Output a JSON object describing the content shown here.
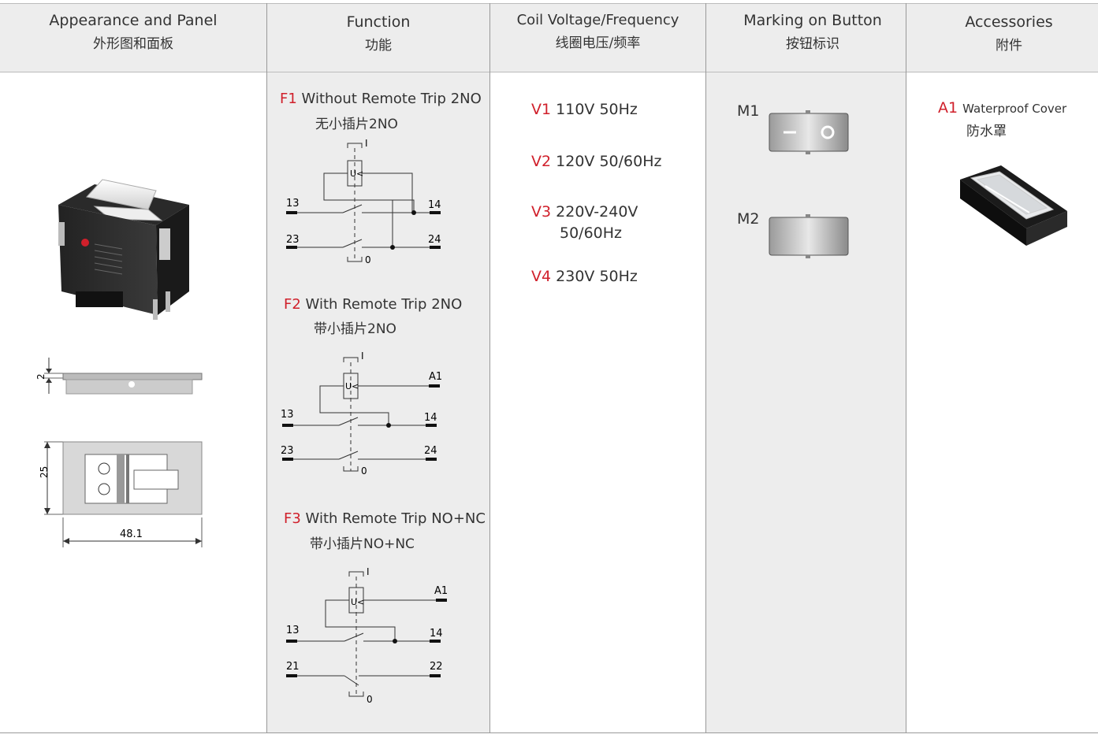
{
  "headers": [
    {
      "en": "Appearance and Panel",
      "cn": "外形图和面板"
    },
    {
      "en": "Function",
      "cn": "功能"
    },
    {
      "en": "Coil Voltage/Frequency",
      "cn": "线圈电压/频率"
    },
    {
      "en": "Marking on Button",
      "cn": "按钮标识"
    },
    {
      "en": "Accessories",
      "cn": "附件"
    }
  ],
  "appearance": {
    "dim_thickness": "2",
    "dim_height": "25",
    "dim_width": "48.1"
  },
  "functions": [
    {
      "code": "F1",
      "en": "Without Remote Trip 2NO",
      "cn": "无小插片2NO",
      "labels": {
        "top": "I",
        "bottom": "0",
        "coil": "U<",
        "a": "13",
        "b": "14",
        "c": "23",
        "d": "24",
        "remote": ""
      }
    },
    {
      "code": "F2",
      "en": "With Remote Trip 2NO",
      "cn": "带小插片2NO",
      "labels": {
        "top": "I",
        "bottom": "0",
        "coil": "U<",
        "a": "13",
        "b": "14",
        "c": "23",
        "d": "24",
        "remote": "A1"
      }
    },
    {
      "code": "F3",
      "en": "With Remote Trip NO+NC",
      "cn": "带小插片NO+NC",
      "labels": {
        "top": "I",
        "bottom": "0",
        "coil": "U<",
        "a": "13",
        "b": "14",
        "c": "21",
        "d": "22",
        "remote": "A1"
      }
    }
  ],
  "voltages": [
    {
      "code": "V1",
      "line1": "110V   50Hz",
      "line2": ""
    },
    {
      "code": "V2",
      "line1": "120V  50/60Hz",
      "line2": ""
    },
    {
      "code": "V3",
      "line1": "220V-240V",
      "line2": "50/60Hz"
    },
    {
      "code": "V4",
      "line1": "230V  50Hz",
      "line2": ""
    }
  ],
  "markings": [
    {
      "code": "M1"
    },
    {
      "code": "M2"
    }
  ],
  "accessories": [
    {
      "code": "A1",
      "en": "Waterproof Cover",
      "cn": "防水罩"
    }
  ],
  "colors": {
    "accent": "#d0202b",
    "header_bg": "#ededed",
    "col_bg": "#ededed"
  }
}
